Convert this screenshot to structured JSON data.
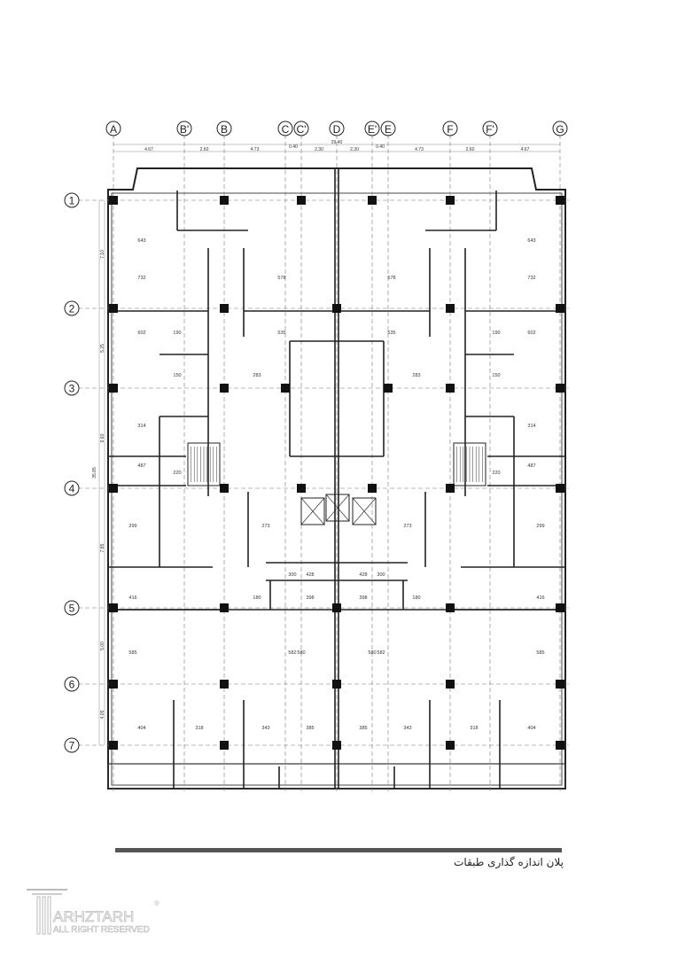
{
  "grid": {
    "columns": [
      "A",
      "B'",
      "B",
      "C",
      "C'",
      "D",
      "E'",
      "E",
      "F",
      "F'",
      "G"
    ],
    "rows": [
      "1",
      "2",
      "3",
      "4",
      "5",
      "6",
      "7"
    ]
  },
  "dimensions": {
    "top_total": "29.40",
    "top_spans": [
      "4.67",
      "2.60",
      "4.73",
      "0.40",
      "2.30",
      "2.30",
      "0.40",
      "4.73",
      "2.60",
      "4.67"
    ],
    "left_total": "35.85",
    "left_spans": [
      "7.10",
      "5.25",
      "6.60",
      "7.85",
      "5.00",
      "4.05"
    ]
  },
  "room_dims": [
    "643",
    "732",
    "602",
    "314",
    "487",
    "299",
    "416",
    "585",
    "404",
    "318",
    "343",
    "385",
    "578",
    "535",
    "283",
    "273",
    "428",
    "398",
    "582",
    "580",
    "190",
    "150",
    "220",
    "300",
    "180"
  ],
  "caption": "پلان اندازه گذاری طبقات",
  "logo": {
    "name": "ARHZTARH",
    "tagline": "ALL RIGHT RESERVED"
  }
}
